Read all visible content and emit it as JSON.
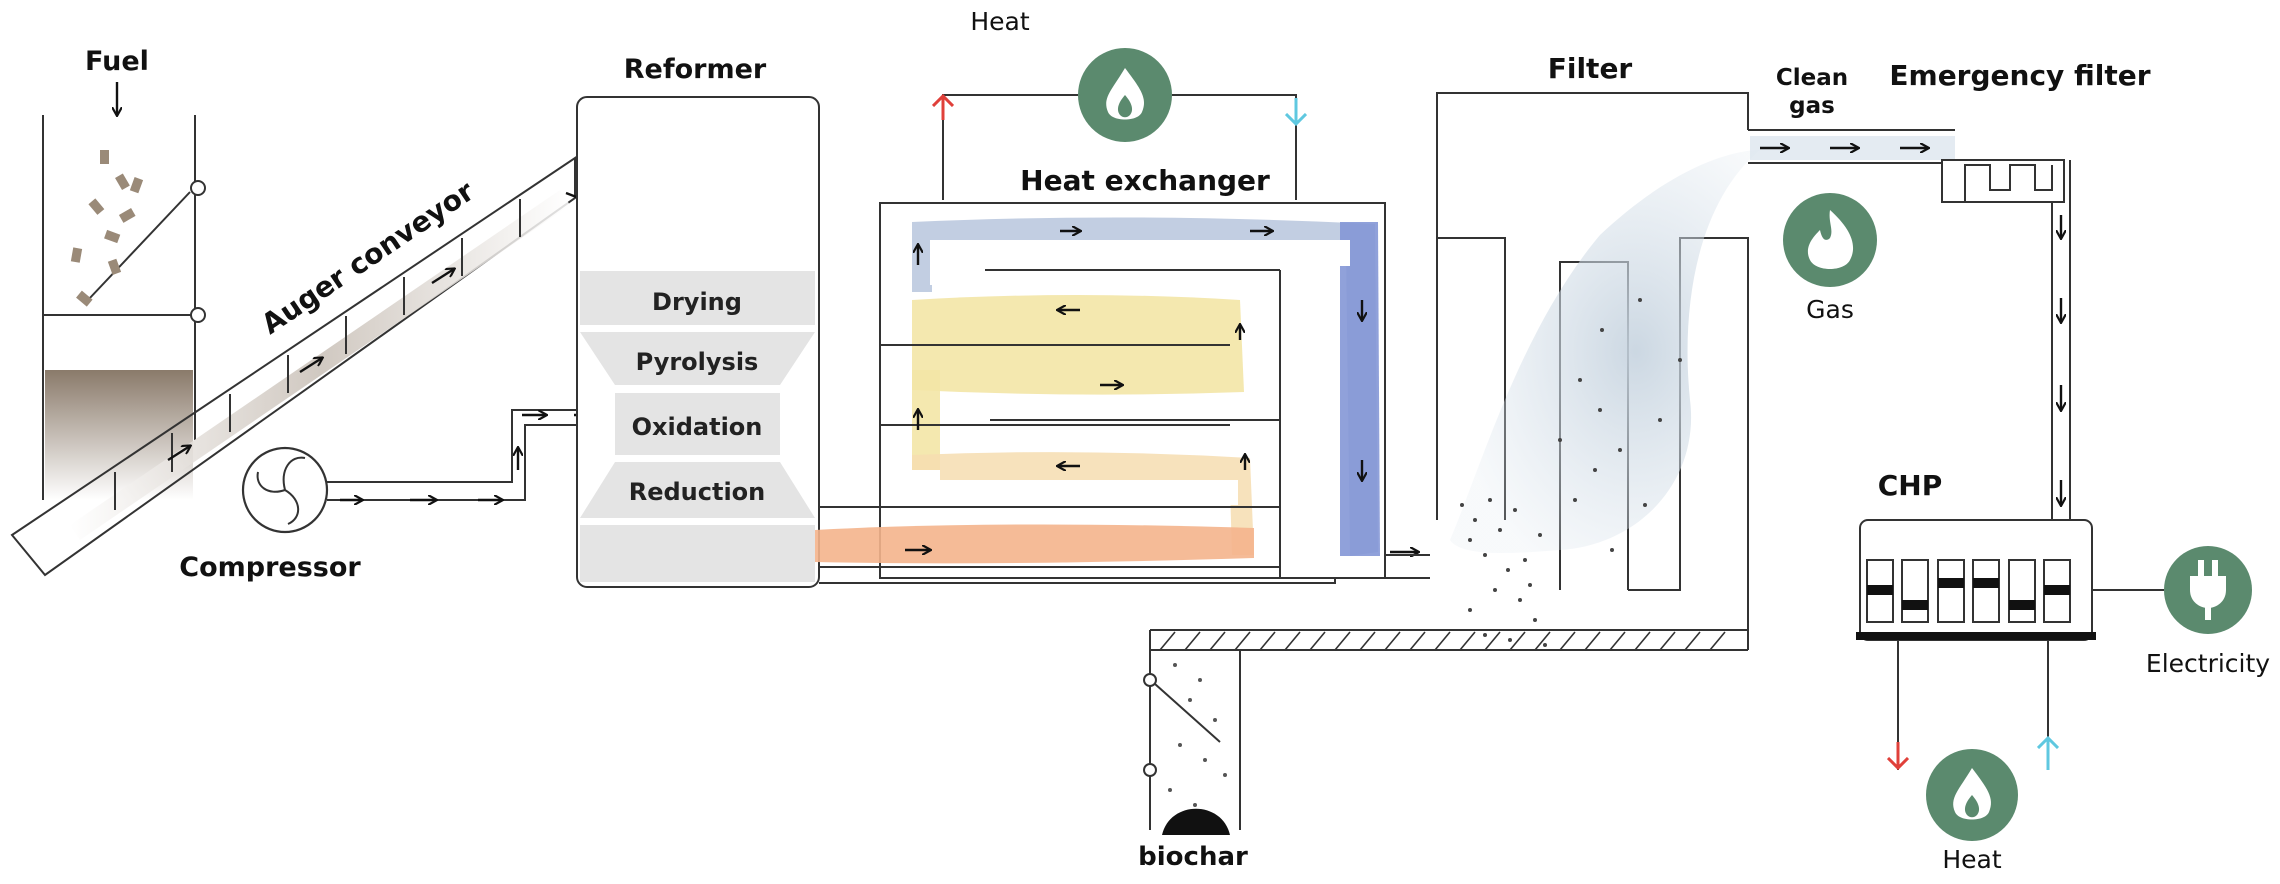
{
  "labels": {
    "fuel": "Fuel",
    "auger": "Auger conveyor",
    "compressor": "Compressor",
    "reformer": "Reformer",
    "heat_top": "Heat",
    "heat_exchanger": "Heat exchanger",
    "filter": "Filter",
    "clean_gas_line1": "Clean",
    "clean_gas_line2": "gas",
    "emergency_filter": "Emergency filter",
    "gas": "Gas",
    "chp": "CHP",
    "electricity": "Electricity",
    "heat_bottom": "Heat",
    "biochar": "biochar"
  },
  "reformer_stages": [
    "Drying",
    "Pyrolysis",
    "Oxidation",
    "Reduction"
  ],
  "colors": {
    "icon_green": "#5b8a6e",
    "hot_arrow": "#e0403a",
    "cold_arrow": "#5fc8e0",
    "flow_blue": "#7b8fd6",
    "flow_yellow": "#f3e6a0",
    "flow_orange": "#f4b48c",
    "flow_grey_blue": "#c9d6e2",
    "stage_grey": "#e4e4e4"
  },
  "icons": {
    "heat_top": "flame-icon",
    "gas": "fire-icon",
    "electricity": "plug-icon",
    "heat_bottom": "flame-icon",
    "compressor": "fan-icon"
  }
}
